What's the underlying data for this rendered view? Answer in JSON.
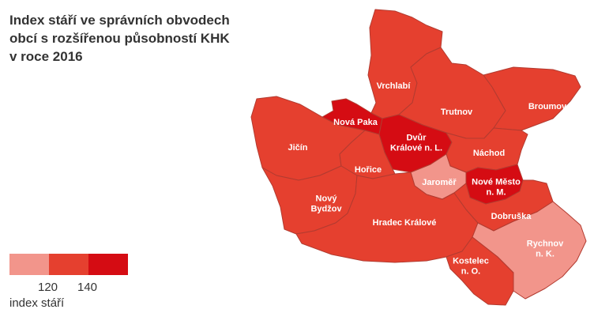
{
  "title_lines": [
    "Index stáří ve správních obvodech",
    "obcí s rozšířenou působností KHK",
    "v roce 2016"
  ],
  "legend": {
    "title": "index stáří",
    "colors": [
      "#f2958b",
      "#e5402f",
      "#d50c13"
    ],
    "ticks": [
      "120",
      "140"
    ]
  },
  "regions": [
    {
      "id": "vrchlabi",
      "name": "Vrchlabí",
      "label_lines": [
        "Vrchlabí"
      ],
      "class": "120–140",
      "color": "#e5402f"
    },
    {
      "id": "trutnov",
      "name": "Trutnov",
      "label_lines": [
        "Trutnov"
      ],
      "class": "120–140",
      "color": "#e5402f"
    },
    {
      "id": "broumov",
      "name": "Broumov",
      "label_lines": [
        "Broumov"
      ],
      "class": "120–140",
      "color": "#e5402f"
    },
    {
      "id": "nova-paka",
      "name": "Nová Paka",
      "label_lines": [
        "Nová Paka"
      ],
      "class": "> 140",
      "color": "#d50c13"
    },
    {
      "id": "dvur-kralove",
      "name": "Dvůr Králové n. L.",
      "label_lines": [
        "Dvůr",
        "Králové n. L."
      ],
      "class": "> 140",
      "color": "#d50c13"
    },
    {
      "id": "jicin",
      "name": "Jičín",
      "label_lines": [
        "Jičín"
      ],
      "class": "120–140",
      "color": "#e5402f"
    },
    {
      "id": "horice",
      "name": "Hořice",
      "label_lines": [
        "Hořice"
      ],
      "class": "120–140",
      "color": "#e5402f"
    },
    {
      "id": "nachod",
      "name": "Náchod",
      "label_lines": [
        "Náchod"
      ],
      "class": "120–140",
      "color": "#e5402f"
    },
    {
      "id": "jaromer",
      "name": "Jaroměř",
      "label_lines": [
        "Jaroměř"
      ],
      "class": "< 120",
      "color": "#f2958b"
    },
    {
      "id": "nove-mesto",
      "name": "Nové Město n. M.",
      "label_lines": [
        "Nové Město",
        "n. M."
      ],
      "class": "> 140",
      "color": "#d50c13"
    },
    {
      "id": "novy-bydzov",
      "name": "Nový Bydžov",
      "label_lines": [
        "Nový",
        "Bydžov"
      ],
      "class": "120–140",
      "color": "#e5402f"
    },
    {
      "id": "hradec-kralove",
      "name": "Hradec Králové",
      "label_lines": [
        "Hradec Králové"
      ],
      "class": "120–140",
      "color": "#e5402f"
    },
    {
      "id": "dobruska",
      "name": "Dobruška",
      "label_lines": [
        "Dobruška"
      ],
      "class": "120–140",
      "color": "#e5402f"
    },
    {
      "id": "rychnov",
      "name": "Rychnov n. K.",
      "label_lines": [
        "Rychnov",
        "n. K."
      ],
      "class": "< 120",
      "color": "#f2958b"
    },
    {
      "id": "kostelec",
      "name": "Kostelec n. O.",
      "label_lines": [
        "Kostelec",
        "n. O."
      ],
      "class": "120–140",
      "color": "#e5402f"
    }
  ]
}
